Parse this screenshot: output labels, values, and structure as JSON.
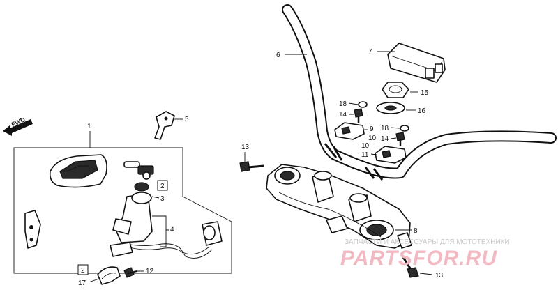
{
  "direction_label": "FWD",
  "callouts": {
    "c1": "1",
    "c2a": "2",
    "c2b": "2",
    "c3": "3",
    "c4": "4",
    "c5": "5",
    "c6": "6",
    "c7": "7",
    "c8": "8",
    "c9": "9",
    "c10a": "10",
    "c10b": "10",
    "c11": "11",
    "c12": "12",
    "c13a": "13",
    "c13b": "13",
    "c14a": "14",
    "c14b": "14",
    "c15": "15",
    "c16": "16",
    "c17": "17",
    "c18a": "18",
    "c18b": "18"
  },
  "watermark": {
    "tagline": "ЗАПЧАСТИ И АКСЕССУАРЫ ДЛЯ МОТОТЕХНИКИ",
    "brand": "PARTSFOR.RU"
  }
}
